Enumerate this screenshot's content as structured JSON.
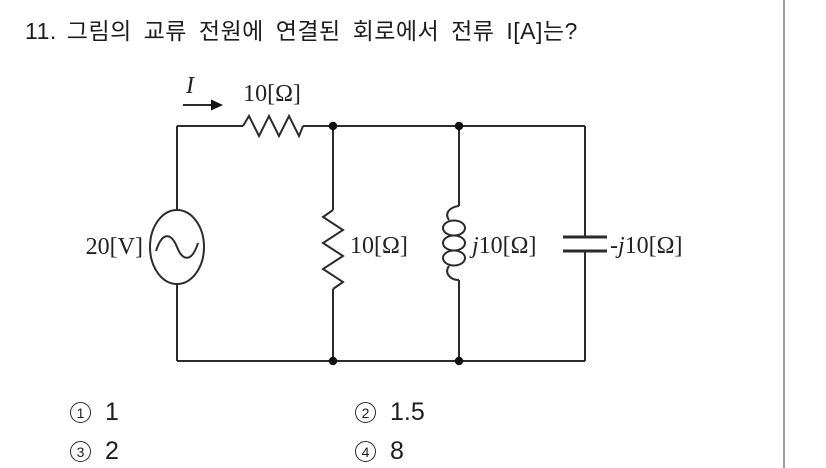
{
  "page": {
    "background": "#ffffff",
    "divider_color": "#a0a0a0",
    "line_color": "#2b2b2b",
    "text_color": "#1d1d1d"
  },
  "question": {
    "number": "11.",
    "text": "그림의 교류 전원에 연결된 회로에서 전류 I[A]는?"
  },
  "circuit": {
    "source_label": "20[V]",
    "current_label": "I",
    "series_resistor_label": "10[Ω]",
    "shunt_resistor_label": "10[Ω]",
    "inductor": {
      "prefix": "j",
      "rest": "10[Ω]"
    },
    "capacitor": {
      "prefix": "-j",
      "rest": "10[Ω]"
    }
  },
  "choices": [
    {
      "num": "1",
      "label": "1"
    },
    {
      "num": "2",
      "label": "1.5"
    },
    {
      "num": "3",
      "label": "2"
    },
    {
      "num": "4",
      "label": "8"
    }
  ]
}
